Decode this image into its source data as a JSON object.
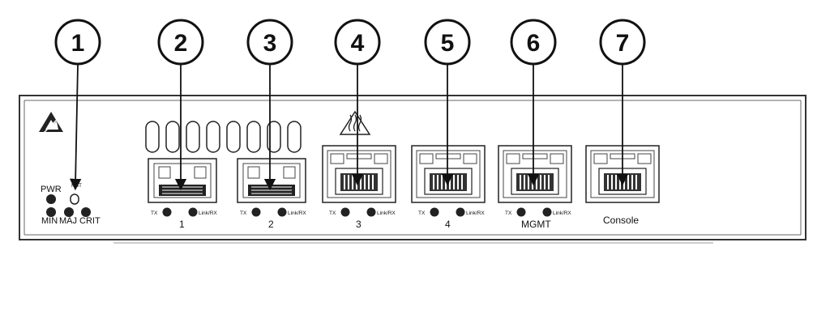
{
  "callouts": [
    "1",
    "2",
    "3",
    "4",
    "5",
    "6",
    "7"
  ],
  "status_leds": {
    "pwr": "PWR",
    "rst": "RST",
    "min": "MIN",
    "maj": "MAJ",
    "crit": "CRIT"
  },
  "ports": [
    {
      "tx": "TX",
      "rx": "Link/RX",
      "label": "1"
    },
    {
      "tx": "TX",
      "rx": "Link/RX",
      "label": "2"
    },
    {
      "tx": "TX",
      "rx": "Link/RX",
      "label": "3"
    },
    {
      "tx": "TX",
      "rx": "Link/RX",
      "label": "4"
    },
    {
      "tx": "TX",
      "rx": "Link/RX",
      "label": "MGMT"
    },
    {
      "label": "Console"
    }
  ],
  "icons": {
    "esd": "esd-warning-icon",
    "hot": "hot-surface-warning-icon"
  }
}
